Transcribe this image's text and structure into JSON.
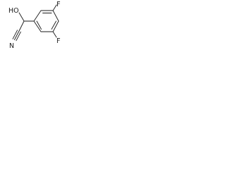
{
  "structure": {
    "atoms": {
      "hydroxyl": "HO",
      "nitrile_nitrogen": "N",
      "fluorine_top": "F",
      "fluorine_bottom": "F"
    }
  },
  "colors": {
    "bond": "#1a1a1a",
    "label": "#1a1a1a",
    "background": "#ffffff"
  }
}
